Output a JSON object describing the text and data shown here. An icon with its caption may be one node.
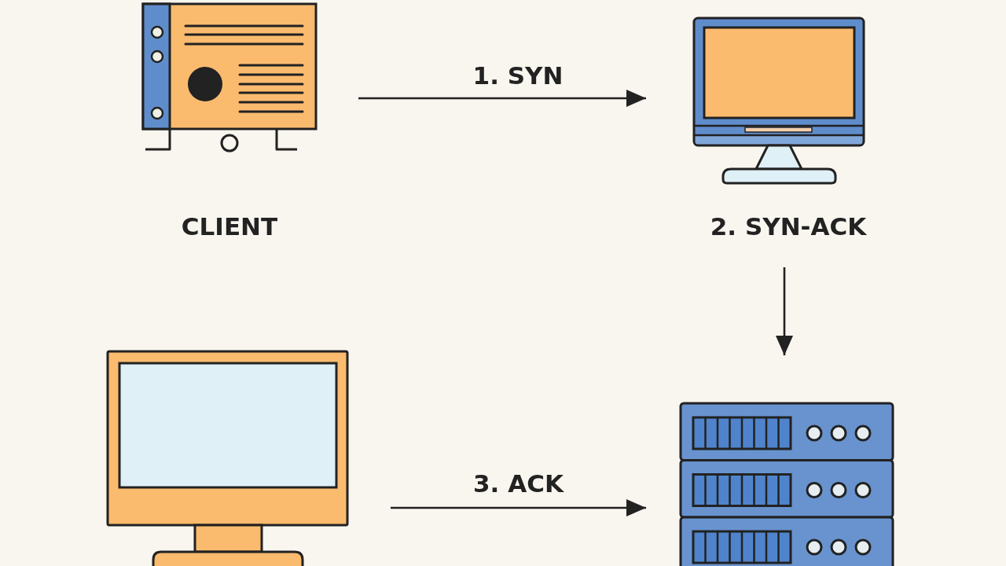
{
  "diagram": {
    "nodes": [
      {
        "text": [],
        "shape": "picture",
        "beside": [
          "CLIENT"
        ]
      },
      {
        "text": [],
        "shape": "picture",
        "beside": [
          "2. SYN-ACK"
        ]
      },
      {
        "text": [],
        "shape": "picture"
      },
      {
        "text": [],
        "shape": "picture"
      }
    ],
    "edges": [
      {
        "from": 0,
        "to": 1,
        "arrow": "to",
        "label": "1. SYN"
      },
      {
        "from": 1,
        "to": 3,
        "arrow": "to"
      },
      {
        "from": 2,
        "to": 3,
        "arrow": "to",
        "label": "3. ACK"
      }
    ]
  }
}
